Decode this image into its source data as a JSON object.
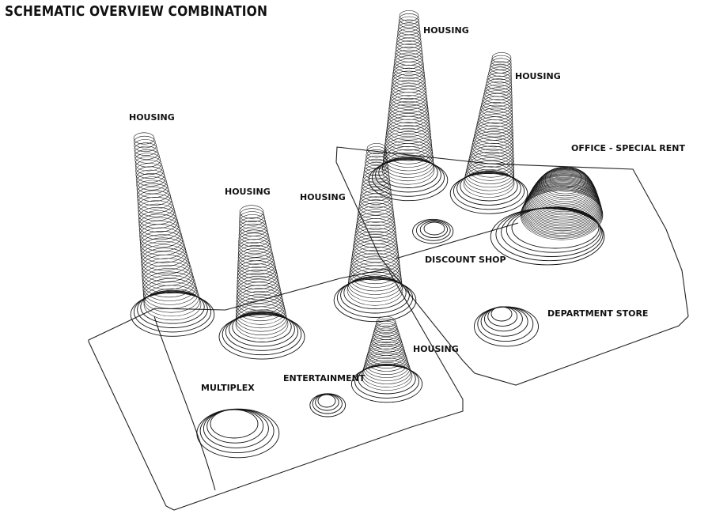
{
  "title": "SCHEMATIC OVERVIEW COMBINATION",
  "labels": {
    "housing": "HOUSING",
    "office_special_rent": "OFFICE - SPECIAL RENT",
    "discount_shop": "DISCOUNT SHOP",
    "department_store": "DEPARTMENT STORE",
    "multiplex": "MULTIPLEX",
    "entertainment": "ENTERTAINMENT"
  }
}
